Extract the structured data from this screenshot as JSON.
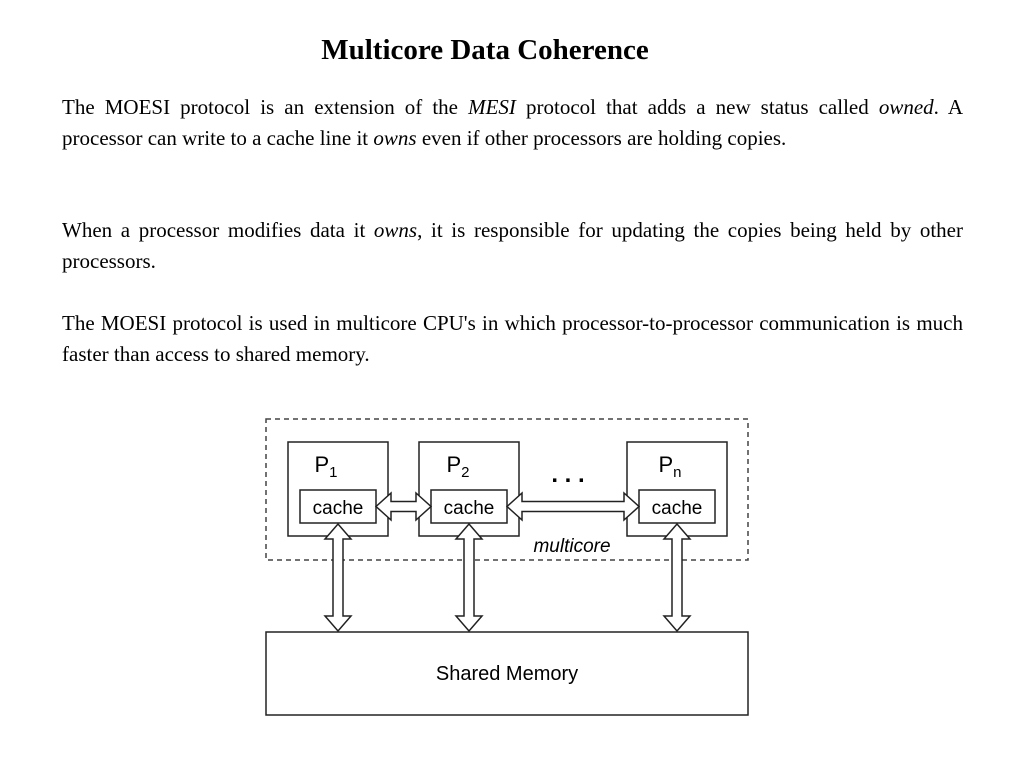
{
  "title": "Multicore Data Coherence",
  "paragraph1": {
    "t1": "The MOESI protocol is an extension of the ",
    "i1": "MESI",
    "t2": " protocol that adds a new status called ",
    "i2": "owned",
    "t3": ".  A processor can write to a cache line it ",
    "i3": "owns",
    "t4": " even if other processors are holding copies."
  },
  "paragraph2": {
    "t1": "When a processor modifies data it ",
    "i1": "owns",
    "t2": ", it is responsible for updating the copies being held by other processors."
  },
  "paragraph3": {
    "t1": "The MOESI protocol is used in multicore CPU's in which processor-to-processor communication is much faster than access to shared memory."
  },
  "diagram": {
    "processors": [
      {
        "letter": "P",
        "sub": "1",
        "cache": "cache"
      },
      {
        "letter": "P",
        "sub": "2",
        "cache": "cache"
      },
      {
        "letter": "P",
        "sub": "n",
        "cache": "cache"
      }
    ],
    "ellipsis": ". . .",
    "multicore_label": "multicore",
    "memory_label": "Shared Memory"
  }
}
